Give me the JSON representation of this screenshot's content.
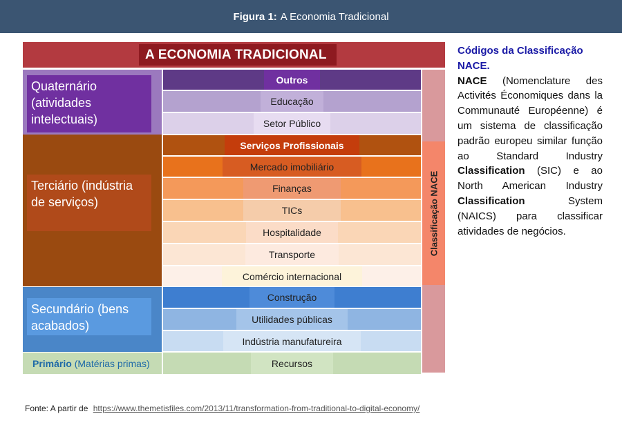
{
  "header": {
    "figure_label": "Figura 1:",
    "title": "A Economia Tradicional"
  },
  "diagram": {
    "title": "A ECONOMIA TRADICIONAL",
    "nace_label": "Classificação NACE",
    "sectors": {
      "quaternario": "Quaternário (atividades intelectuais)",
      "terciario": "Terciário (indústria de serviços)",
      "secundario": "Secundário (bens acabados)",
      "primario_bold": "Primário",
      "primario_rest": " (Matérias primas)"
    },
    "rows": {
      "outros": "Outros",
      "educacao": "Educação",
      "setor_publico": "Setor Público",
      "servicos_profissionais": "Serviços Profissionais",
      "mercado_imobiliario": "Mercado imobiliário",
      "financas": "Finanças",
      "tics": "TICs",
      "hospitalidade": "Hospitalidade",
      "transporte": "Transporte",
      "comercio_internacional": "Comércio internacional",
      "construcao": "Construção",
      "utilidades_publicas": "Utilidades públicas",
      "industria_manufatureira": "Indústria manufatureira",
      "recursos": "Recursos"
    },
    "colors": {
      "quaternario": "#7030a0",
      "terciario": "#9a4a10",
      "secundario": "#4a86c8",
      "primario": "#c5dbb4",
      "title_bar": "#b33a40",
      "nace": "#f4866a"
    }
  },
  "sidebar": {
    "title": "Códigos da Classificação NACE.",
    "p1_bold": "NACE",
    "p1_text": " (Nomenclature des Activités Économiques dans la Communauté Européenne) é um sistema de classificação padrão europeu similar função ao Standard Industry ",
    "p1_bold2": "Classification",
    "p1_text2": " (SIC) e ao North American Industry ",
    "p1_bold3": "Classification",
    "p1_text3": " System (NAICS) para classificar atividades de negócios."
  },
  "footer": {
    "prefix": "Fonte: A partir de",
    "link": "https://www.themetisfiles.com/2013/11/transformation-from-traditional-to-digital-economy/"
  }
}
